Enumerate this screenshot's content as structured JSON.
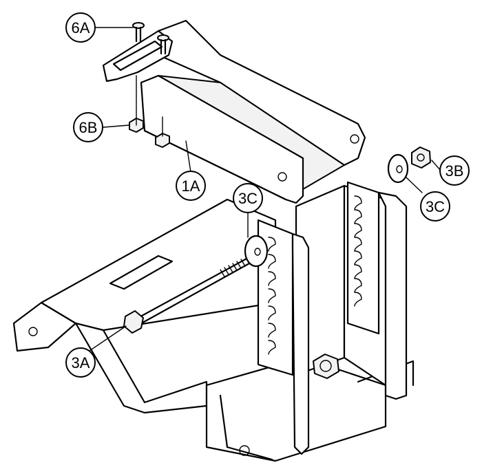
{
  "callouts": {
    "c6A": "6A",
    "c6B": "6B",
    "c1A": "1A",
    "c3C_left": "3C",
    "c3C_right": "3C",
    "c3B": "3B",
    "c3A": "3A"
  }
}
